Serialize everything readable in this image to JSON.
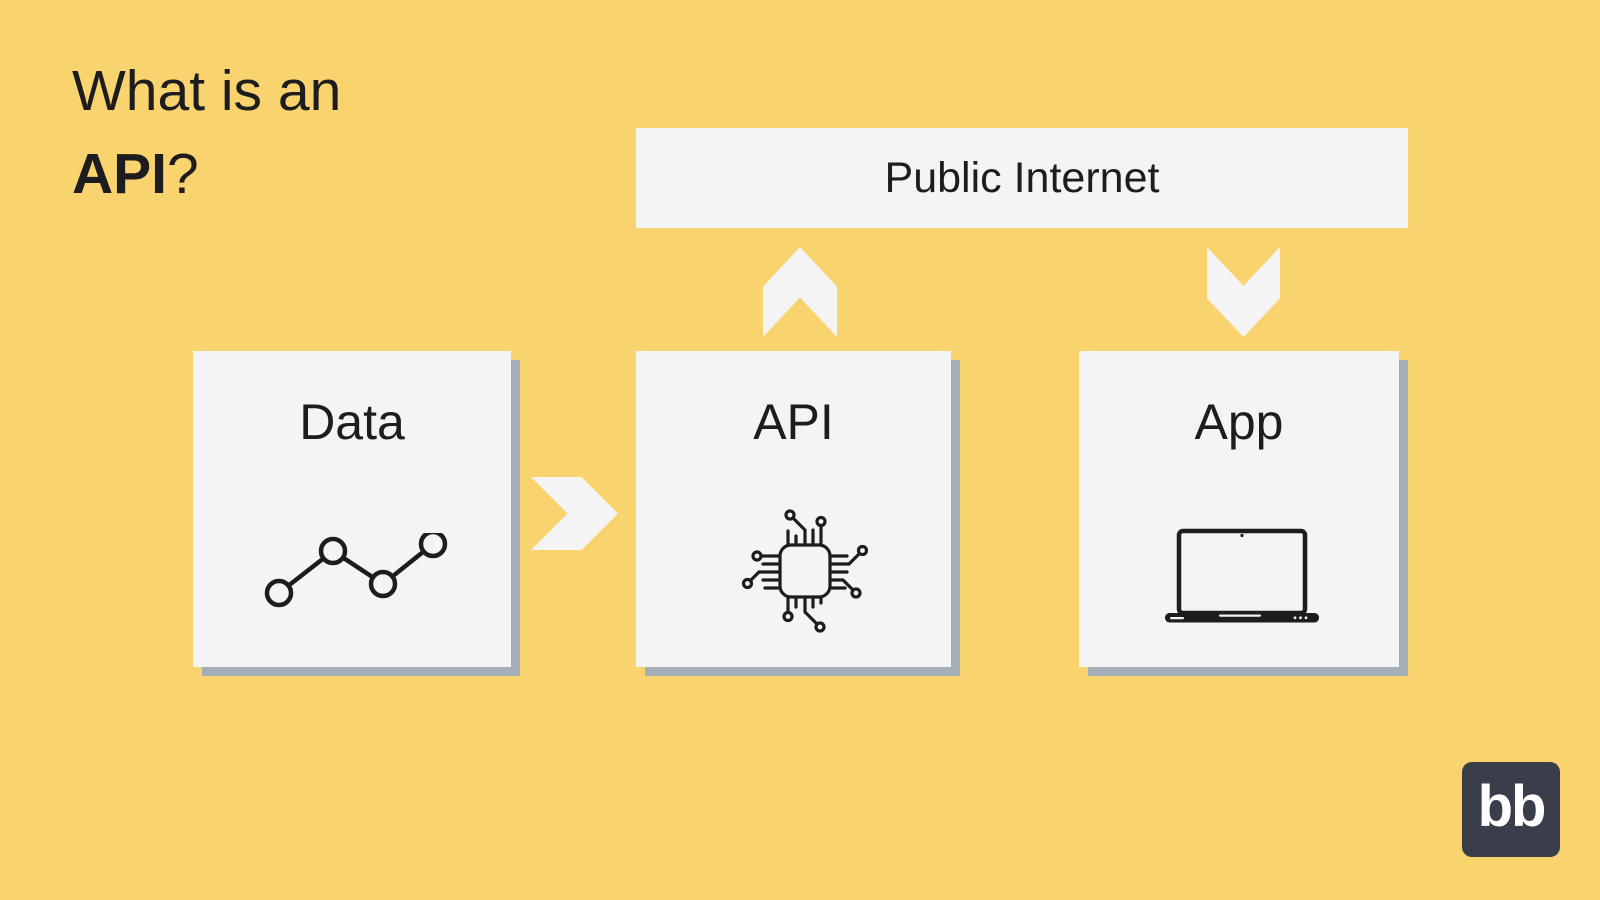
{
  "title": {
    "line1": "What is an",
    "line2_bold": "API",
    "line2_suffix": "?"
  },
  "diagram": {
    "internet_bar": {
      "label": "Public Internet"
    },
    "nodes": [
      {
        "label": "Data",
        "icon": "line-chart-icon"
      },
      {
        "label": "API",
        "icon": "chip-icon"
      },
      {
        "label": "App",
        "icon": "laptop-icon"
      }
    ],
    "connections": [
      {
        "from": "Data",
        "to": "API",
        "direction": "right"
      },
      {
        "from": "API",
        "to": "Public Internet",
        "direction": "up"
      },
      {
        "from": "Public Internet",
        "to": "App",
        "direction": "down"
      }
    ]
  },
  "logo": {
    "text": "bb"
  },
  "colors": {
    "background": "#F9D36D",
    "panel": "#F4F4F5",
    "panel_shadow": "#A4AEB8",
    "ink": "#1D1D1F",
    "logo_background": "#3A3E4A"
  }
}
